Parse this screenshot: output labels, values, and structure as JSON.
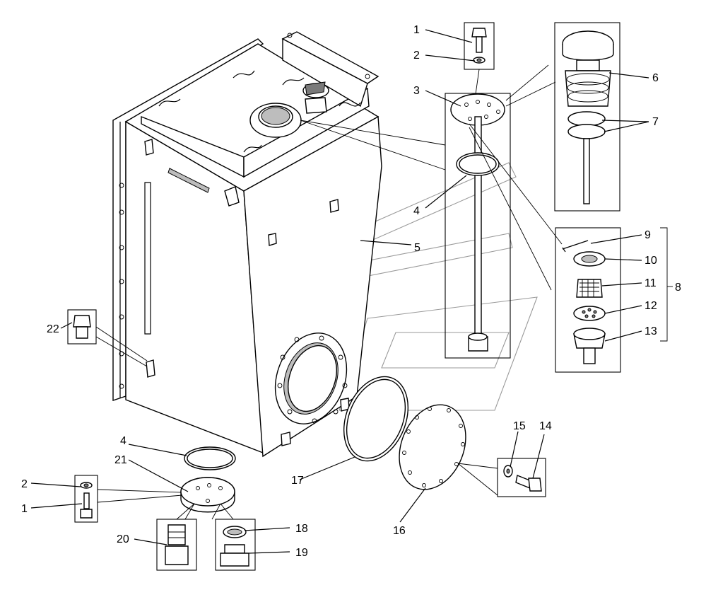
{
  "labels": {
    "l1a": "1",
    "l2a": "2",
    "l3": "3",
    "l4a": "4",
    "l5": "5",
    "l6": "6",
    "l7": "7",
    "l8": "8",
    "l9": "9",
    "l10": "10",
    "l11": "11",
    "l12": "12",
    "l13": "13",
    "l14": "14",
    "l15": "15",
    "l16": "16",
    "l17": "17",
    "l18": "18",
    "l19": "19",
    "l20": "20",
    "l21": "21",
    "l22": "22",
    "l4b": "4",
    "l2b": "2",
    "l1b": "1"
  }
}
